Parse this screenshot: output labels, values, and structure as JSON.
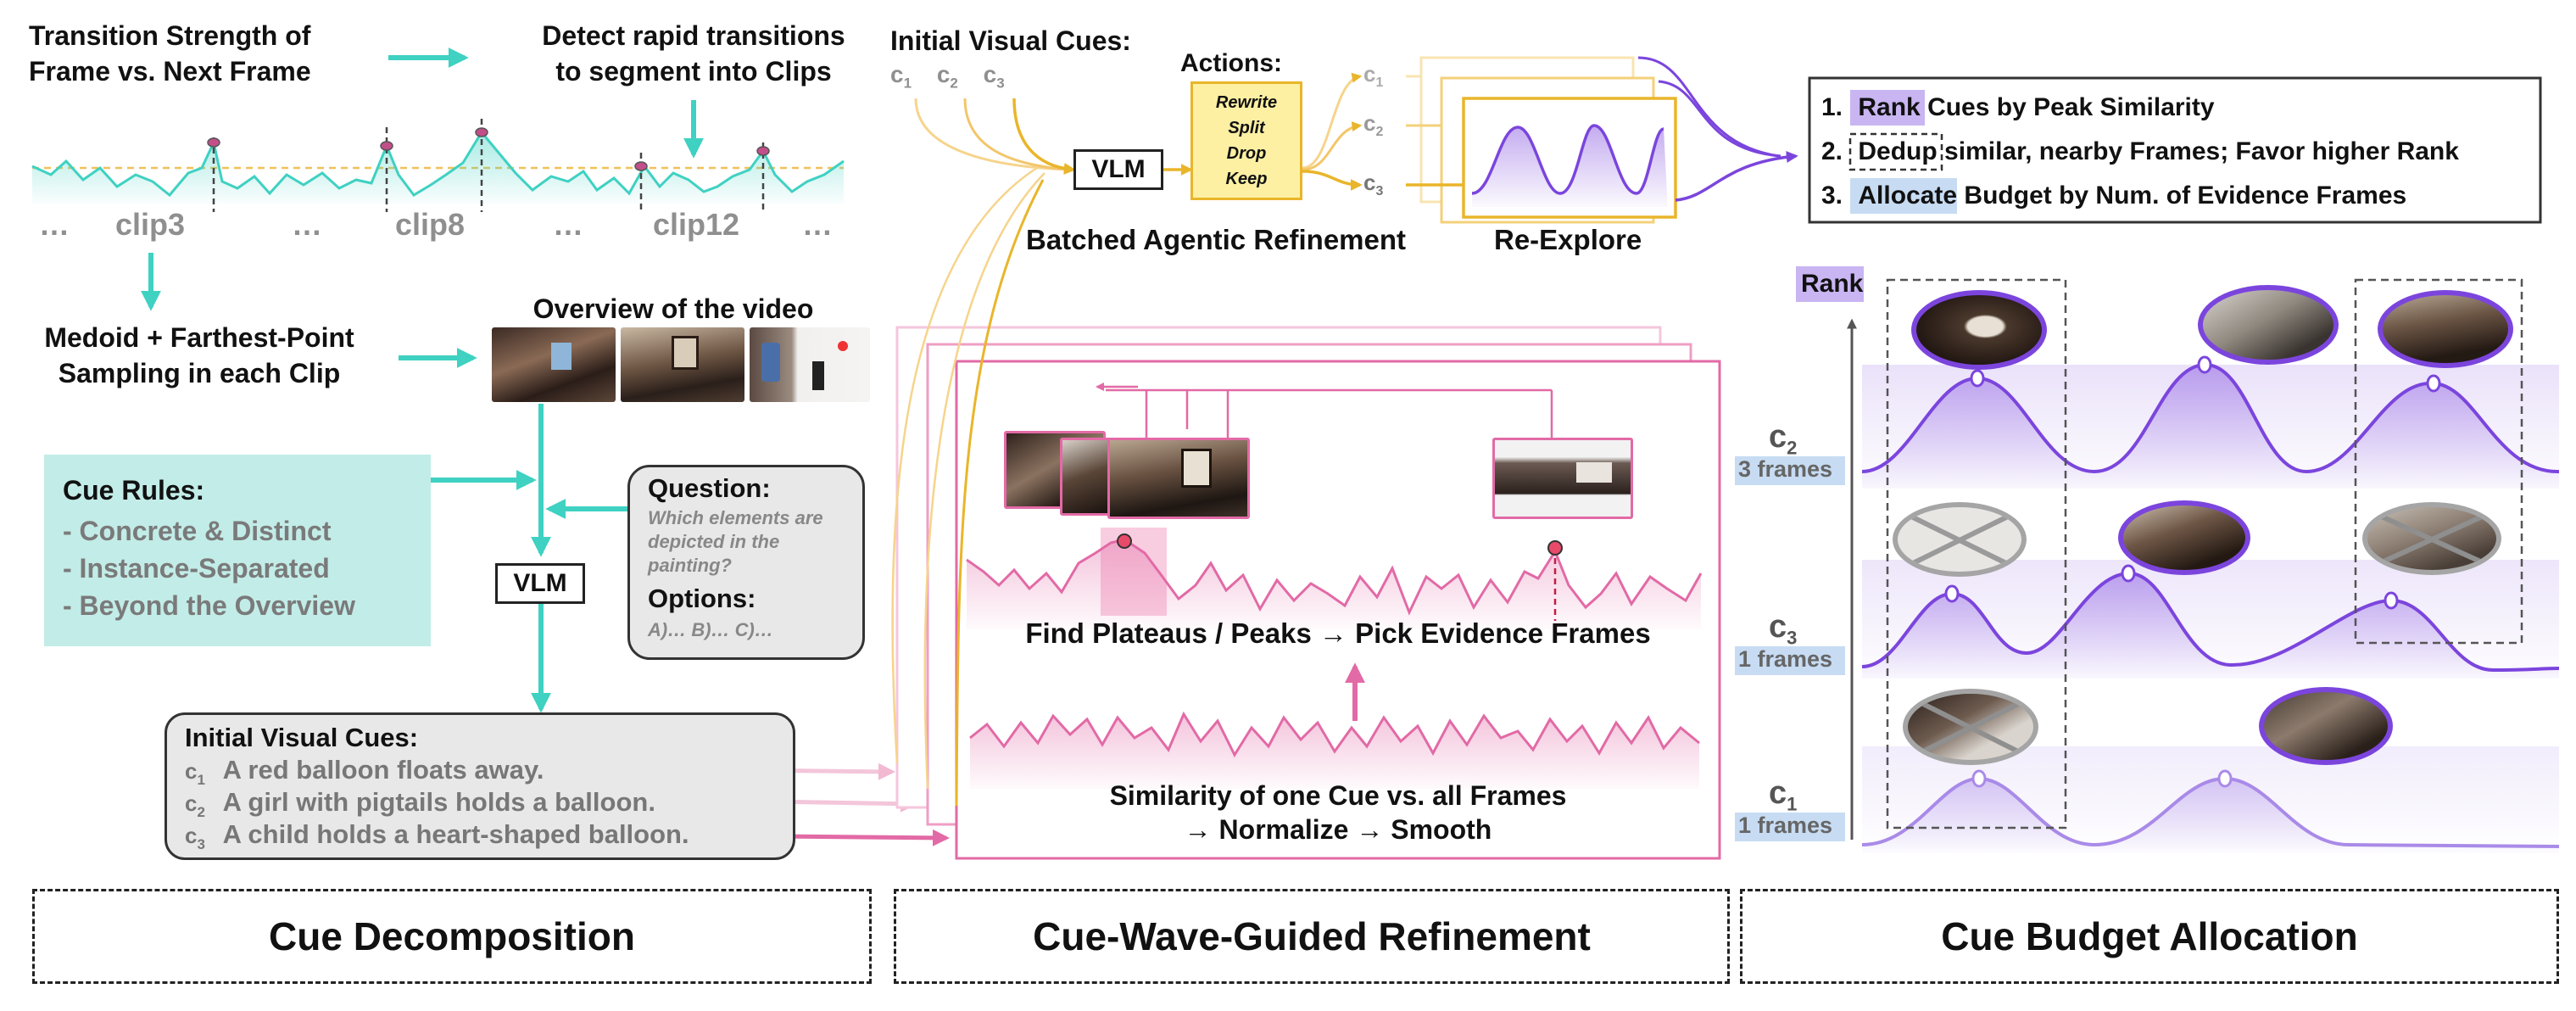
{
  "left": {
    "transition_title_1": "Transition Strength of",
    "transition_title_2": "Frame vs. Next Frame",
    "detect_title_1": "Detect rapid transitions",
    "detect_title_2": "to segment into Clips",
    "ellipsis": "…",
    "clip_labels": [
      "clip3",
      "clip8",
      "clip12"
    ],
    "medoid_1": "Medoid + Farthest-Point",
    "medoid_2": "Sampling in each Clip",
    "overview_title": "Overview of the video",
    "cue_rules_title": "Cue Rules:",
    "cue_rules": [
      "- Concrete & Distinct",
      "- Instance-Separated",
      "- Beyond the Overview"
    ],
    "vlm": "VLM",
    "question_title": "Question:",
    "question_text": [
      "Which elements are",
      "depicted in the",
      "painting?"
    ],
    "options_title": "Options:",
    "options_text": "A)… B)… C)…",
    "initial_cues_title": "Initial Visual Cues:",
    "cues": [
      {
        "id": "c",
        "sub": "1",
        "text": "A red balloon floats away."
      },
      {
        "id": "c",
        "sub": "2",
        "text": "A girl with pigtails holds a balloon."
      },
      {
        "id": "c",
        "sub": "3",
        "text": "A child holds a heart-shaped balloon."
      }
    ]
  },
  "middle": {
    "initial_cues_title": "Initial Visual Cues:",
    "cue_ids": [
      {
        "id": "c",
        "sub": "1"
      },
      {
        "id": "c",
        "sub": "2"
      },
      {
        "id": "c",
        "sub": "3"
      }
    ],
    "vlm": "VLM",
    "actions_title": "Actions:",
    "actions": [
      "Rewrite",
      "Split",
      "Drop",
      "Keep"
    ],
    "refined_cue_ids": [
      {
        "id": "c",
        "sub": "1"
      },
      {
        "id": "c",
        "sub": "2"
      },
      {
        "id": "c",
        "sub": "3"
      }
    ],
    "batched_label": "Batched Agentic Refinement",
    "reexplore_label": "Re-Explore",
    "find_label": "Find Plateaus / Peaks → Pick Evidence Frames",
    "similarity_1": "Similarity of one Cue vs. all Frames",
    "similarity_2": "→ Normalize → Smooth"
  },
  "right": {
    "steps": [
      {
        "num": "1.",
        "key": "Rank",
        "rest": " Cues by Peak Similarity",
        "key_color": "#c9b5f2"
      },
      {
        "num": "2.",
        "key": "Dedup",
        "rest": " similar, nearby Frames; Favor higher Rank",
        "key_color": "dashed"
      },
      {
        "num": "3.",
        "key": "Allocate",
        "rest": " Budget by Num. of Evidence Frames",
        "key_color": "#c7dcf3"
      }
    ],
    "rank_label": "Rank",
    "rows": [
      {
        "id": "c",
        "sub": "2",
        "frames": "3 frames"
      },
      {
        "id": "c",
        "sub": "3",
        "frames": "1 frames"
      },
      {
        "id": "c",
        "sub": "1",
        "frames": "1 frames"
      }
    ]
  },
  "panels": [
    "Cue Decomposition",
    "Cue-Wave-Guided Refinement",
    "Cue Budget Allocation"
  ],
  "colors": {
    "teal": "#3fd1c2",
    "pink": "#e26aa6",
    "purple": "#7b45dd",
    "gold": "#e9b52a",
    "cue_box_bg": "#c2ece7",
    "gray_box_bg": "#e8e8e8"
  }
}
